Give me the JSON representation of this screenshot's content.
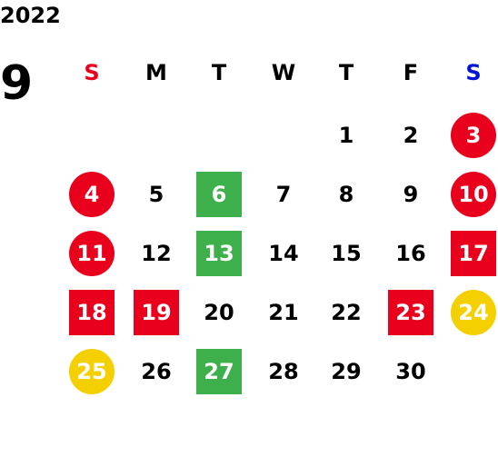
{
  "calendar": {
    "year": "2022",
    "month": "9",
    "weekdays": [
      {
        "label": "S",
        "color": "#e8001c"
      },
      {
        "label": "M",
        "color": "#000000"
      },
      {
        "label": "T",
        "color": "#000000"
      },
      {
        "label": "W",
        "color": "#000000"
      },
      {
        "label": "T",
        "color": "#000000"
      },
      {
        "label": "F",
        "color": "#000000"
      },
      {
        "label": "S",
        "color": "#0014d8"
      }
    ],
    "weeks": [
      [
        null,
        null,
        null,
        null,
        {
          "day": "1"
        },
        {
          "day": "2"
        },
        {
          "day": "3",
          "style": "red-circle"
        }
      ],
      [
        {
          "day": "4",
          "style": "red-circle"
        },
        {
          "day": "5"
        },
        {
          "day": "6",
          "style": "green-square"
        },
        {
          "day": "7"
        },
        {
          "day": "8"
        },
        {
          "day": "9"
        },
        {
          "day": "10",
          "style": "red-circle"
        }
      ],
      [
        {
          "day": "11",
          "style": "red-circle"
        },
        {
          "day": "12"
        },
        {
          "day": "13",
          "style": "green-square"
        },
        {
          "day": "14"
        },
        {
          "day": "15"
        },
        {
          "day": "16"
        },
        {
          "day": "17",
          "style": "red-square"
        }
      ],
      [
        {
          "day": "18",
          "style": "red-square"
        },
        {
          "day": "19",
          "style": "red-square"
        },
        {
          "day": "20"
        },
        {
          "day": "21"
        },
        {
          "day": "22"
        },
        {
          "day": "23",
          "style": "red-square"
        },
        {
          "day": "24",
          "style": "yellow-circle"
        }
      ],
      [
        {
          "day": "25",
          "style": "yellow-circle"
        },
        {
          "day": "26"
        },
        {
          "day": "27",
          "style": "green-square"
        },
        {
          "day": "28"
        },
        {
          "day": "29"
        },
        {
          "day": "30"
        },
        null
      ]
    ],
    "colors": {
      "red": "#e8001c",
      "green": "#3db04b",
      "yellow": "#f5d000",
      "blue": "#0014d8",
      "text": "#000000",
      "highlight_text": "#ffffff"
    }
  }
}
